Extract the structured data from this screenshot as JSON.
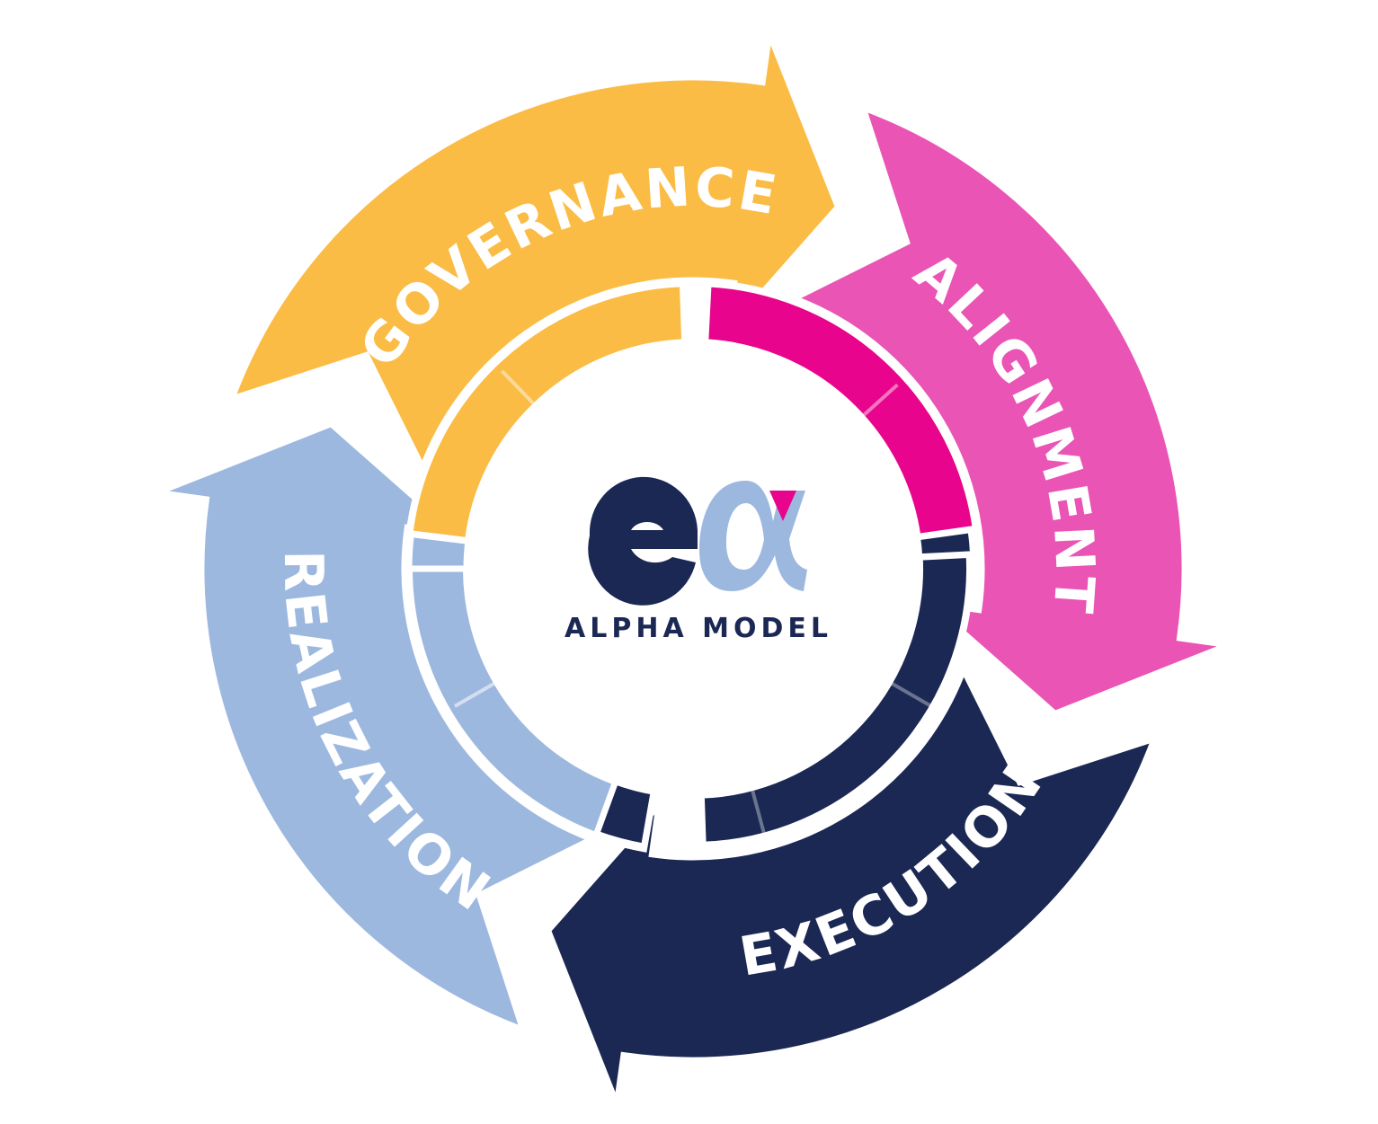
{
  "brand": {
    "logo_mark": "ea",
    "name": "ALPHA MODEL"
  },
  "colors": {
    "governance": "#FBBC45",
    "alignment": "#E954B5",
    "alignment_inner": "#E8048C",
    "execution": "#1B2854",
    "realization": "#9DB8DF",
    "outline": "#FFFFFF",
    "brand_navy": "#1B2854",
    "brand_light": "#9DB8DF",
    "brand_pink": "#E8048C"
  },
  "segments": [
    {
      "id": "governance",
      "label": "GOVERNANCE",
      "color": "#FBBC45",
      "inner_color": "#FBBC45"
    },
    {
      "id": "alignment",
      "label": "ALIGNMENT",
      "color": "#E954B5",
      "inner_color": "#E8048C"
    },
    {
      "id": "execution",
      "label": "EXECUTION",
      "color": "#1B2854",
      "inner_color": "#1B2854"
    },
    {
      "id": "realization",
      "label": "REALIZATION",
      "color": "#9DB8DF",
      "inner_color": "#9DB8DF"
    }
  ]
}
